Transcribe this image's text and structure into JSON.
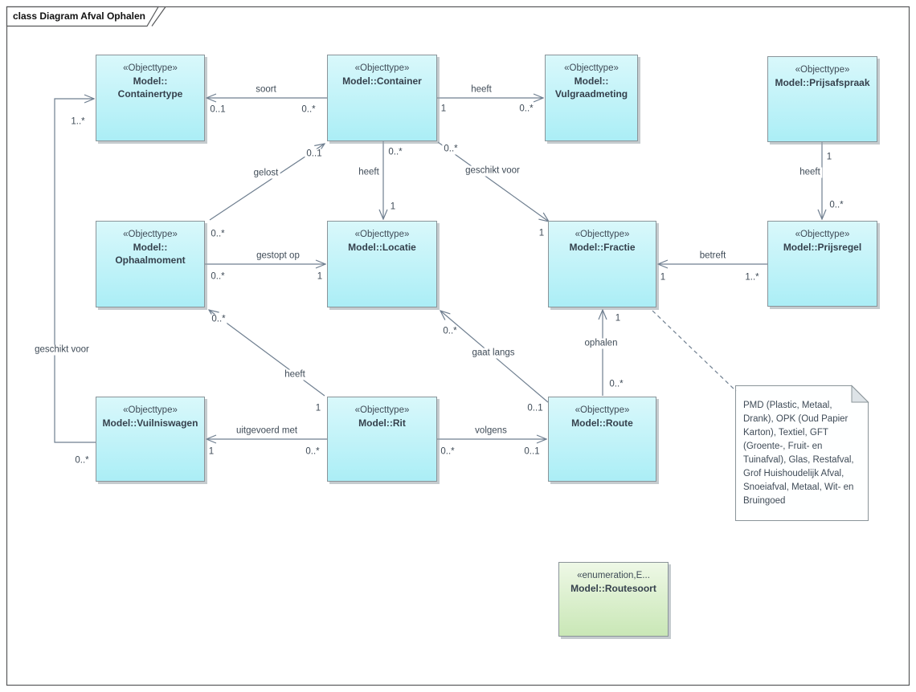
{
  "frame": {
    "title": "class Diagram Afval Ophalen"
  },
  "colors": {
    "class_fill_top": "#d9f8fb",
    "class_fill_bottom": "#abeef6",
    "enum_fill_top": "#eef8e6",
    "enum_fill_bottom": "#c9e7b6",
    "border": "#8a9499",
    "line": "#6f7f90",
    "text": "#3f4b57"
  },
  "classes": [
    {
      "id": "containertype",
      "stereotype": "«Objecttype»",
      "name_lines": [
        "Model::",
        "Containertype"
      ],
      "kind": "objecttype"
    },
    {
      "id": "container",
      "stereotype": "«Objecttype»",
      "name_lines": [
        "Model::Container"
      ],
      "kind": "objecttype"
    },
    {
      "id": "vulgraadmeting",
      "stereotype": "«Objecttype»",
      "name_lines": [
        "Model::",
        "Vulgraadmeting"
      ],
      "kind": "objecttype"
    },
    {
      "id": "prijsafspraak",
      "stereotype": "«Objecttype»",
      "name_lines": [
        "Model::Prijsafspraak"
      ],
      "kind": "objecttype"
    },
    {
      "id": "ophaalmoment",
      "stereotype": "«Objecttype»",
      "name_lines": [
        "Model::",
        "Ophaalmoment"
      ],
      "kind": "objecttype"
    },
    {
      "id": "locatie",
      "stereotype": "«Objecttype»",
      "name_lines": [
        "Model::Locatie"
      ],
      "kind": "objecttype"
    },
    {
      "id": "fractie",
      "stereotype": "«Objecttype»",
      "name_lines": [
        "Model::Fractie"
      ],
      "kind": "objecttype"
    },
    {
      "id": "prijsregel",
      "stereotype": "«Objecttype»",
      "name_lines": [
        "Model::Prijsregel"
      ],
      "kind": "objecttype"
    },
    {
      "id": "vuilniswagen",
      "stereotype": "«Objecttype»",
      "name_lines": [
        "Model::Vuilniswagen"
      ],
      "kind": "objecttype"
    },
    {
      "id": "rit",
      "stereotype": "«Objecttype»",
      "name_lines": [
        "Model::Rit"
      ],
      "kind": "objecttype"
    },
    {
      "id": "route",
      "stereotype": "«Objecttype»",
      "name_lines": [
        "Model::Route"
      ],
      "kind": "objecttype"
    },
    {
      "id": "routesoort",
      "stereotype": "«enumeration,E...",
      "name_lines": [
        "Model::Routesoort"
      ],
      "kind": "enumeration"
    }
  ],
  "connectors": [
    {
      "id": "soort",
      "label": "soort",
      "source_mult": "0..*",
      "target_mult": "0..1"
    },
    {
      "id": "heeft-vulgraadmeting",
      "label": "heeft",
      "source_mult": "1",
      "target_mult": "0..*"
    },
    {
      "id": "heeft-locatie",
      "label": "heeft",
      "source_mult": "0..*",
      "target_mult": "1"
    },
    {
      "id": "geschikt-voor-fractie",
      "label": "geschikt voor",
      "source_mult": "0..*",
      "target_mult": "1"
    },
    {
      "id": "gelost",
      "label": "gelost",
      "source_mult": "0..*",
      "target_mult": "0..1"
    },
    {
      "id": "gestopt-op",
      "label": "gestopt op",
      "source_mult": "0..*",
      "target_mult": "1"
    },
    {
      "id": "geschikt-voor-containertype",
      "label": "geschikt voor",
      "source_mult": "0..*",
      "target_mult": "1..*"
    },
    {
      "id": "heeft-prijsregel",
      "label": "heeft",
      "source_mult": "1",
      "target_mult": "0..*"
    },
    {
      "id": "betreft",
      "label": "betreft",
      "source_mult": "1..*",
      "target_mult": "1"
    },
    {
      "id": "heeft-ophaalmoment",
      "label": "heeft",
      "source_mult": "1",
      "target_mult": "0..*"
    },
    {
      "id": "uitgevoerd-met",
      "label": "uitgevoerd met",
      "source_mult": "0..*",
      "target_mult": "1"
    },
    {
      "id": "volgens",
      "label": "volgens",
      "source_mult": "0..*",
      "target_mult": "0..1"
    },
    {
      "id": "gaat-langs",
      "label": "gaat langs",
      "source_mult": "0..1",
      "target_mult": "0..*"
    },
    {
      "id": "ophalen",
      "label": "ophalen",
      "source_mult": "0..*",
      "target_mult": "1"
    },
    {
      "id": "note-link",
      "label": "",
      "source_mult": "",
      "target_mult": ""
    }
  ],
  "note": {
    "text": "PMD (Plastic, Metaal, Drank), OPK (Oud Papier Karton), Textiel, GFT (Groente-, Fruit- en Tuinafval), Glas, Restafval, Grof Huishoudelijk Afval, Snoeiafval, Metaal, Wit- en Bruingoed"
  }
}
